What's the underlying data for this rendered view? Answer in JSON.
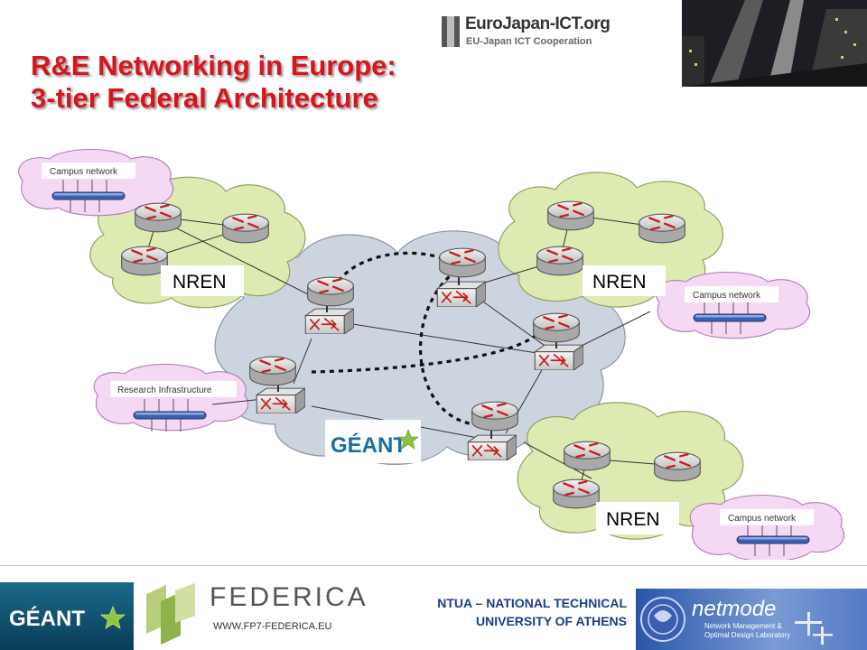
{
  "header": {
    "title_line1": "R&E Networking in Europe:",
    "title_line2": "3-tier Federal Architecture",
    "brand": "EuroJapan-ICT.org",
    "brand_subtitle": "EU-Japan ICT Cooperation"
  },
  "diagram": {
    "nren_label": "NREN",
    "campus_label": "Campus network",
    "research_label": "Research Infrastructure",
    "core_logo_text": "GÉANT",
    "colors": {
      "core_cloud": "#ccd4e0",
      "nren_cloud": "#ddebb3",
      "campus_cloud": "#f4d8f4",
      "router_red": "#c81d1d"
    }
  },
  "footer": {
    "geant_logo_text": "GÉANT",
    "federica_name": "FEDERICA",
    "federica_url": "WWW.FP7-FEDERICA.EU",
    "ntua_line1": "NTUA – NATIONAL TECHNICAL",
    "ntua_line2": "UNIVERSITY OF ATHENS",
    "netmode_name": "netmode",
    "netmode_tagline1": "Network Management &",
    "netmode_tagline2": "Optimal Design Laboratory"
  }
}
